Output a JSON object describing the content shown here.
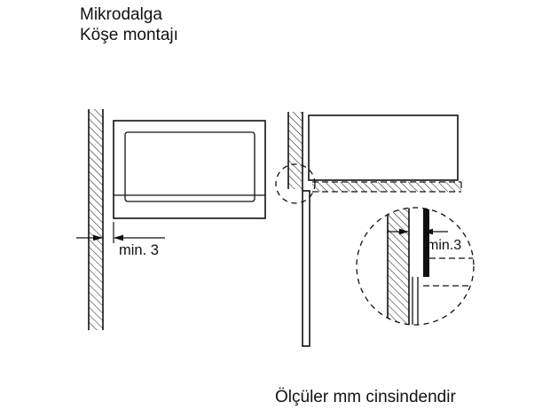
{
  "page": {
    "background_color": "#ffffff",
    "line_color": "#111111"
  },
  "header": {
    "title_line1": "Mikrodalga",
    "title_line2": "Köşe montajı"
  },
  "front_view": {
    "gap_dimension_label": "min. 3"
  },
  "corner_detail": {
    "gap_dimension_label": "min.3"
  },
  "footer": {
    "units_note": "Ölçüler mm cinsindendir"
  }
}
